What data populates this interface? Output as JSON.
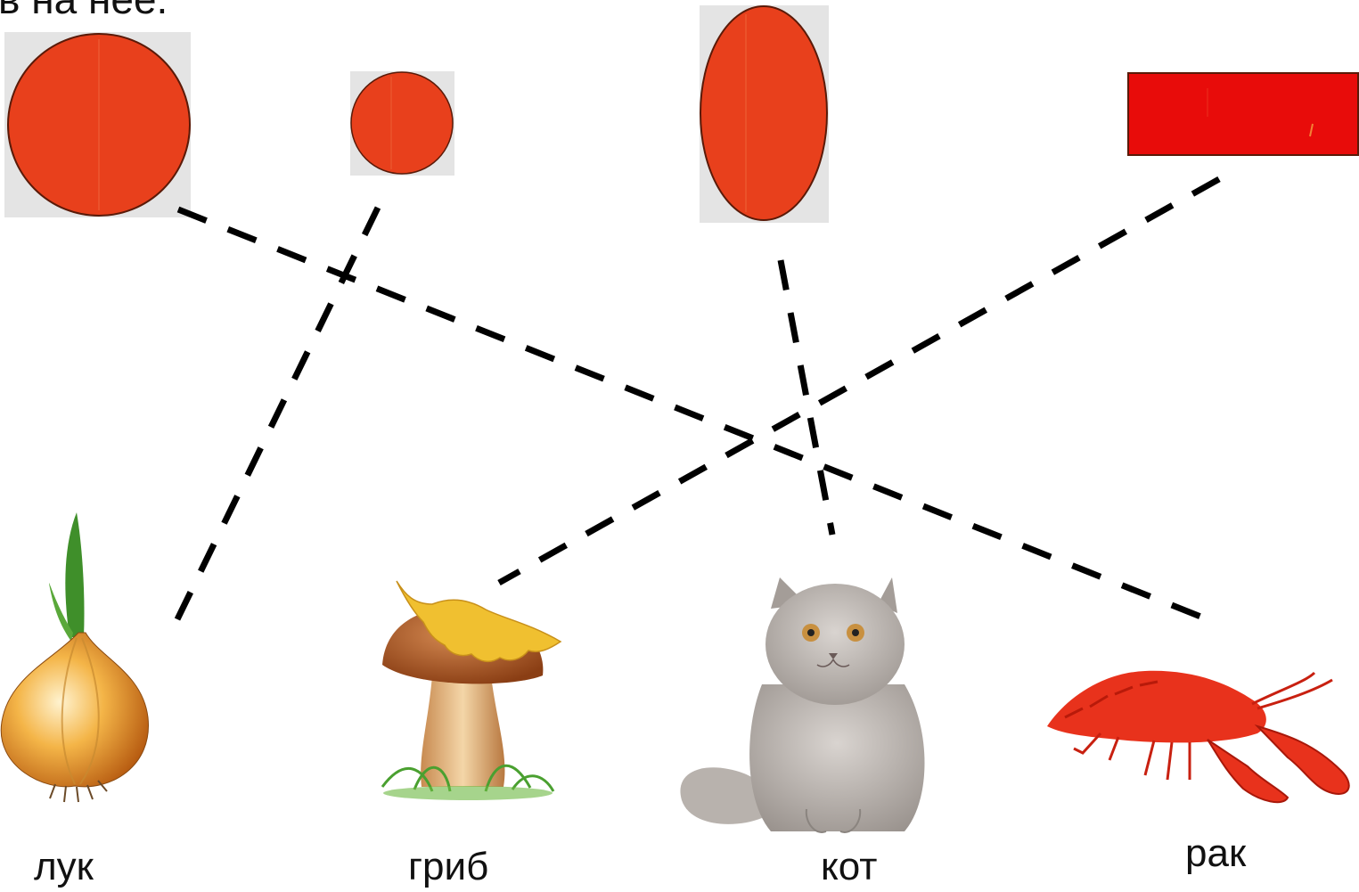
{
  "header": {
    "text": "в на нее."
  },
  "shapes": [
    {
      "name": "large-circle",
      "kind": "circle"
    },
    {
      "name": "small-circle",
      "kind": "circle"
    },
    {
      "name": "oval",
      "kind": "ellipse"
    },
    {
      "name": "rectangle",
      "kind": "rectangle"
    }
  ],
  "pictures": [
    {
      "name": "onion",
      "icon": "onion-icon",
      "label": "лук"
    },
    {
      "name": "mushroom",
      "icon": "mushroom-icon",
      "label": "гриб"
    },
    {
      "name": "cat",
      "icon": "cat-icon",
      "label": "кот"
    },
    {
      "name": "crayfish",
      "icon": "crayfish-icon",
      "label": "рак"
    }
  ],
  "matches": [
    {
      "shape": "large-circle",
      "picture": "crayfish"
    },
    {
      "shape": "small-circle",
      "picture": "onion"
    },
    {
      "shape": "oval",
      "picture": "cat"
    },
    {
      "shape": "rectangle",
      "picture": "mushroom"
    }
  ],
  "colors": {
    "shape_fill": "#e8401c",
    "rectangle_fill": "#e80c0a",
    "card_bg": "#e4e4e4",
    "line": "#000000"
  }
}
